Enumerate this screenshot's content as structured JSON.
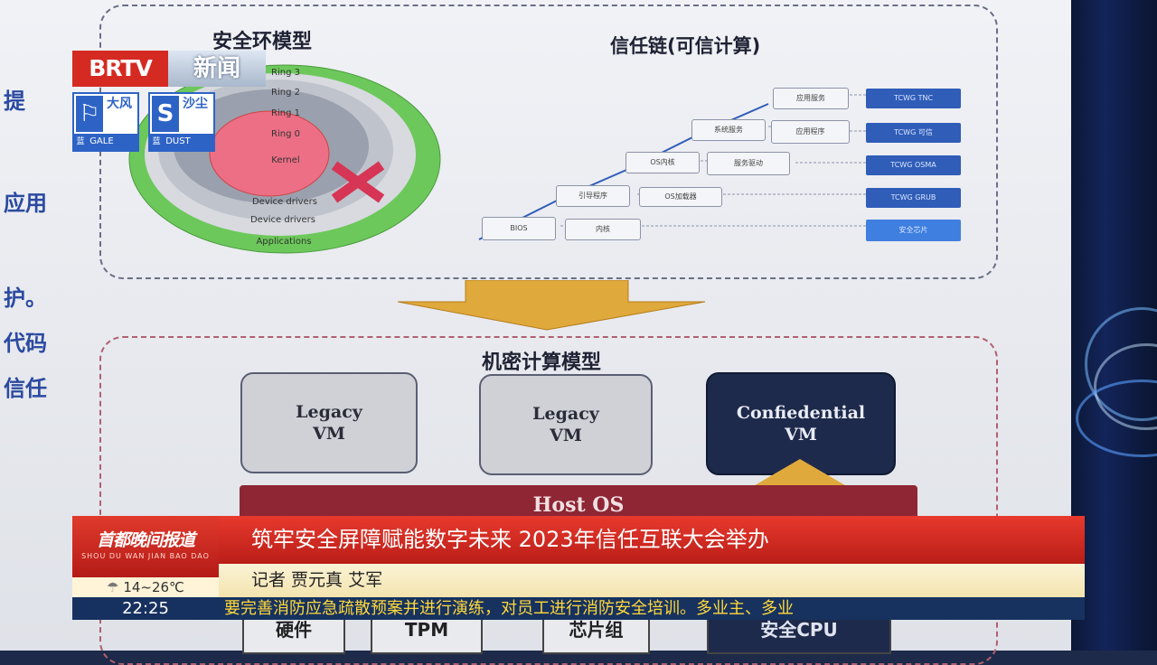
{
  "broadcast": {
    "channel_logo": "BRTV",
    "channel_name": "新闻",
    "program_title": "首都晚间报道",
    "program_pinyin": "SHOU DU WAN JIAN BAO DAO",
    "headline": "筑牢安全屏障赋能数字未来 2023年信任互联大会举办",
    "reporter_line": "记者 贾元真 艾军",
    "weather": "14~26℃",
    "weather_icon": "cloud-rain-icon",
    "time": "22:25",
    "ticker": "要完善消防应急疏散预案并进行演练，对员工进行消防安全培训。多业主、多业",
    "warnings": [
      {
        "cn": "大风",
        "en": "GALE",
        "level": "蓝",
        "icon": "flag-icon",
        "color": "#2e63c6"
      },
      {
        "cn": "沙尘",
        "en": "DUST",
        "level": "蓝",
        "icon": "s-icon",
        "color": "#2e63c6"
      }
    ]
  },
  "slide": {
    "ring_model_title": "安全环模型",
    "trust_chain_title": "信任链(可信计算)",
    "confidential_title": "机密计算模型",
    "left_cut_text": [
      "提",
      "应用",
      "护。",
      "代码",
      "信任"
    ],
    "rings": [
      "Ring 3",
      "Ring 2",
      "Ring 1",
      "Ring 0",
      "Kernel",
      "Device drivers",
      "Device drivers",
      "Applications"
    ],
    "chain_boxes": [
      "BIOS",
      "内核",
      "引导程序",
      "OS加载器",
      "OS内核",
      "服务驱动",
      "系统服务",
      "应用程序",
      "应用服务"
    ],
    "chain_right_boxes": [
      "TCWG TNC",
      "TCWG 可信",
      "TCWG OSMA",
      "TCWG GRUB",
      "安全芯片"
    ],
    "vms": [
      "Legacy\nVM",
      "Legacy\nVM",
      "Confiedential\nVM"
    ],
    "host_os": "Host OS",
    "hardware": [
      "硬件",
      "TPM",
      "芯片组",
      "安全CPU"
    ]
  }
}
